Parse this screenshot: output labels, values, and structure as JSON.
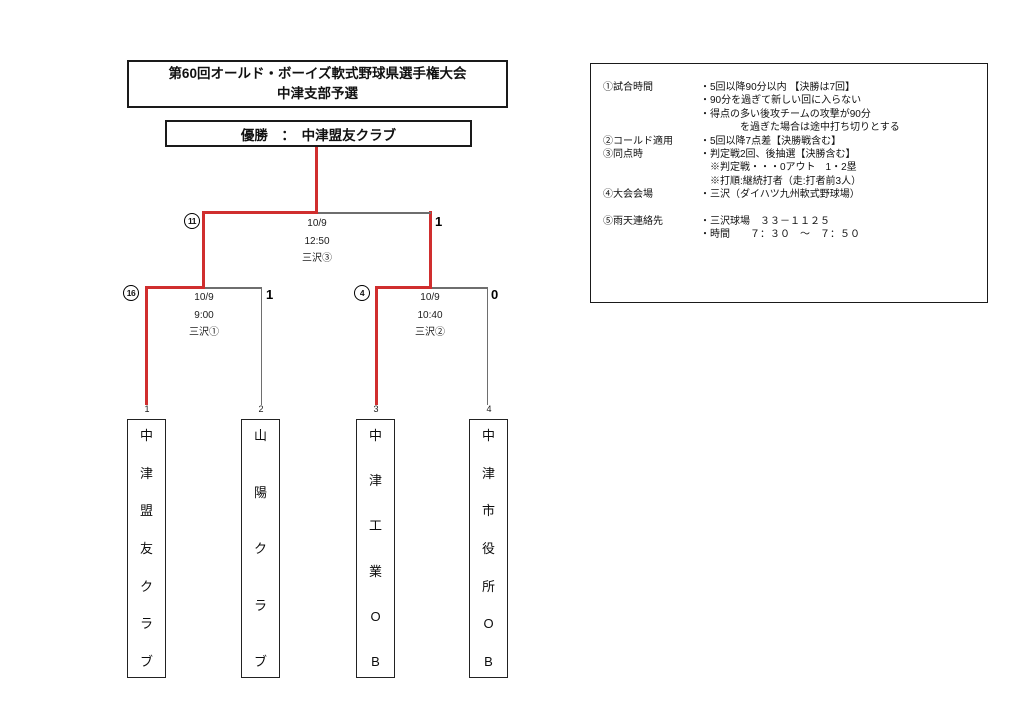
{
  "colors": {
    "bracket_red": "#d02e2e",
    "line_gray": "#6e6e6e"
  },
  "title": {
    "line1": "第60回オールド・ボーイズ軟式野球県選手権大会",
    "line2": "中津支部予選"
  },
  "champion": {
    "text": "優勝　：　中津盟友クラブ"
  },
  "rules": {
    "rows": [
      {
        "label": "①試合時間",
        "text": "・5回以降90分以内 【決勝は7回】"
      },
      {
        "label": "",
        "text": "・90分を過ぎて新しい回に入らない"
      },
      {
        "label": "",
        "text": "・得点の多い後攻チームの攻撃が90分"
      },
      {
        "label": "",
        "text": "　　　　を過ぎた場合は途中打ち切りとする"
      },
      {
        "label": "②コールド適用",
        "text": "・5回以降7点差【決勝戦含む】"
      },
      {
        "label": "③同点時",
        "text": "・判定戦2回、後抽選【決勝含む】"
      },
      {
        "label": "",
        "text": "　※判定戦・・・0アウト　1・2塁"
      },
      {
        "label": "",
        "text": "　※打順:継続打者（走:打者前3人）"
      },
      {
        "label": "④大会会場",
        "text": "・三沢（ダイハツ九州軟式野球場）"
      },
      {
        "label": "",
        "text": ""
      },
      {
        "label": "⑤雨天連絡先",
        "text": "・三沢球場　３３－１１２５"
      },
      {
        "label": "",
        "text": "・時間　　７：３０　～　７：５０"
      }
    ]
  },
  "bracket": {
    "final": {
      "date": "10/9",
      "time": "12:50",
      "venue": "三沢③",
      "score_left": "11",
      "score_right": "1"
    },
    "semifinal_left": {
      "date": "10/9",
      "time": "9:00",
      "venue": "三沢①",
      "score_left": "16",
      "score_right": "1"
    },
    "semifinal_right": {
      "date": "10/9",
      "time": "10:40",
      "venue": "三沢②",
      "score_left": "4",
      "score_right": "0"
    },
    "teams": [
      {
        "seed": "1",
        "name": "中津盟友クラブ"
      },
      {
        "seed": "2",
        "name": "山陽クラブ"
      },
      {
        "seed": "3",
        "name": "中津工業OB"
      },
      {
        "seed": "4",
        "name": "中津市役所OB"
      }
    ]
  }
}
